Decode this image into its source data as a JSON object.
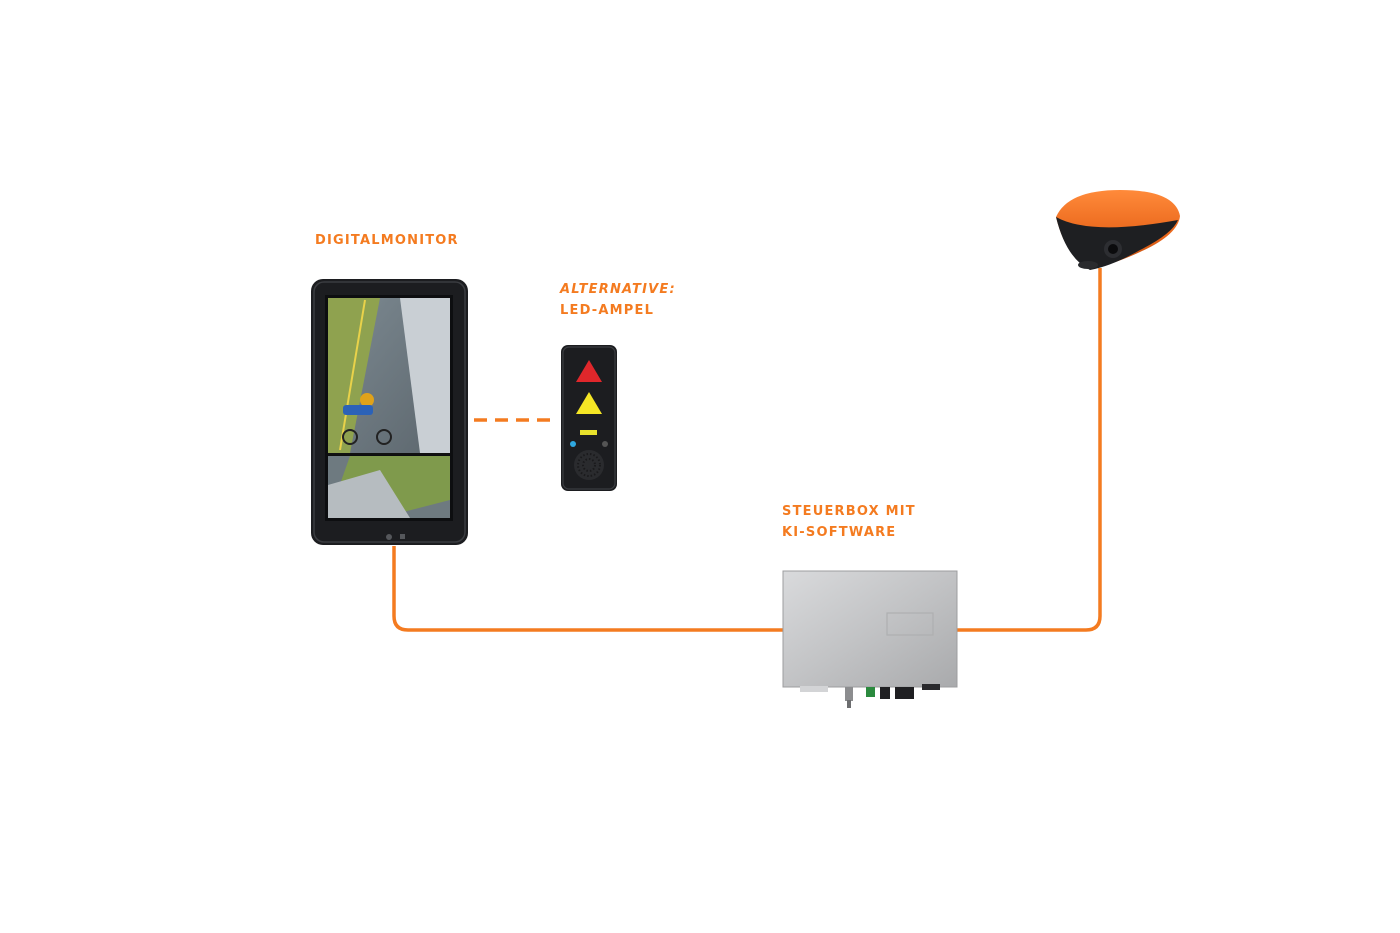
{
  "colors": {
    "accent": "#f47b20",
    "background": "#ffffff",
    "device_dark": "#1c1d20",
    "box_silver": "#c7c8ca",
    "led_red": "#e0272b",
    "led_yellow": "#f5e625"
  },
  "labels": {
    "monitor": "DIGITALMONITOR",
    "alternative": "ALTERNATIVE:",
    "led": "LED-AMPEL",
    "control_line1": "STEUERBOX MIT",
    "control_line2": "KI-SOFTWARE"
  },
  "components": [
    {
      "id": "digital-monitor",
      "icon": "tablet-monitor-icon"
    },
    {
      "id": "led-traffic-light",
      "icon": "led-traffic-light-icon"
    },
    {
      "id": "control-box",
      "icon": "control-box-icon"
    },
    {
      "id": "camera",
      "icon": "dome-camera-icon"
    }
  ],
  "connections": [
    {
      "from": "digital-monitor",
      "to": "control-box",
      "style": "solid"
    },
    {
      "from": "control-box",
      "to": "camera",
      "style": "solid"
    },
    {
      "from": "digital-monitor",
      "to": "led-traffic-light",
      "style": "dashed"
    }
  ]
}
